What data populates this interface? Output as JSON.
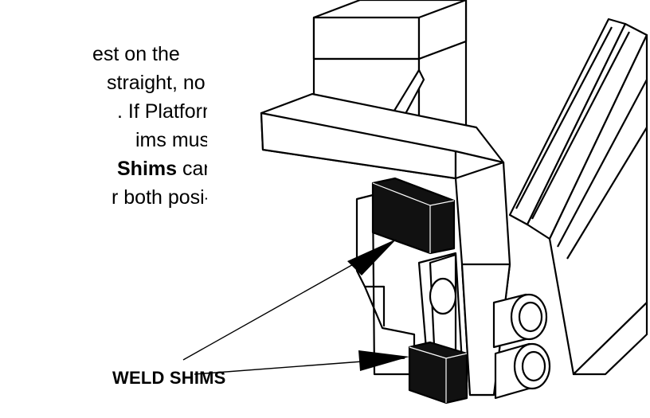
{
  "text_lines": [
    "est on the",
    "straight, no",
    ". If Platform",
    "ims must be",
    "Shims",
    "can",
    "r both posi-"
  ],
  "callout": {
    "label": "WELD SHIMS"
  },
  "colors": {
    "line": "#000000",
    "fill": "#ffffff",
    "shim": "#111111"
  }
}
